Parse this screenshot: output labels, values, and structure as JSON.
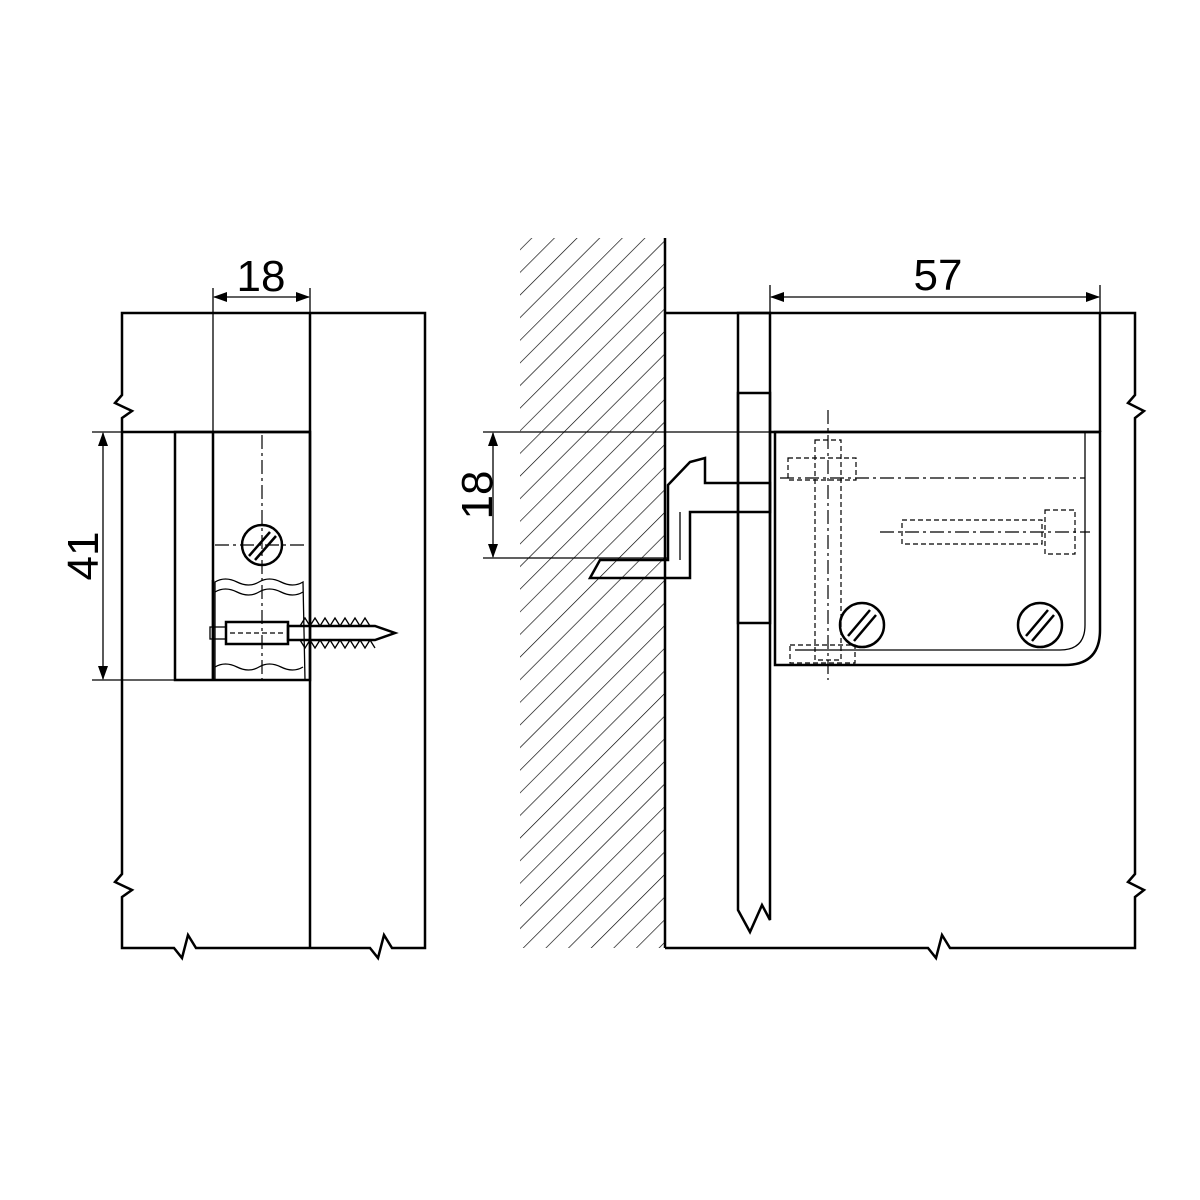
{
  "colors": {
    "panel": "#cfcfcf",
    "line": "#000000",
    "background": "#ffffff",
    "fitting": "#ffffff"
  },
  "left_view": {
    "dim_width": "18",
    "dim_height": "41"
  },
  "right_view": {
    "dim_depth": "57",
    "dim_height": "18"
  }
}
